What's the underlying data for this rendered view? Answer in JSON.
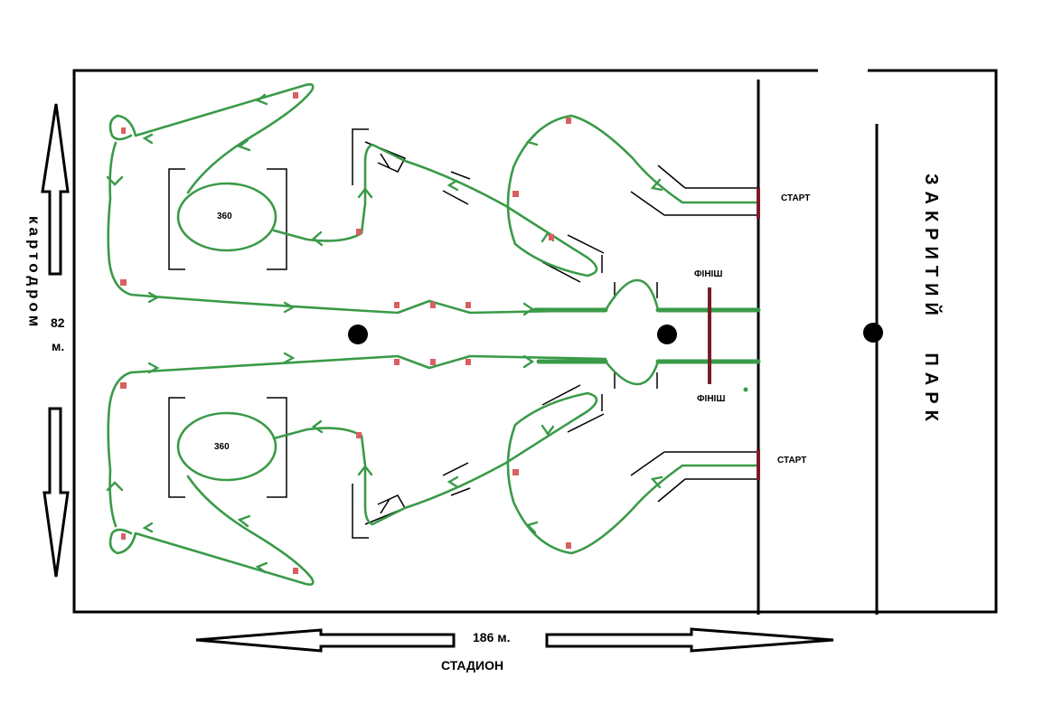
{
  "labels": {
    "karting": "картодром",
    "height": "82",
    "height_unit": "м.",
    "width": "186 м.",
    "stadium": "СТАДИОН",
    "start_top": "СТАРТ",
    "start_bottom": "СТАРТ",
    "finish_top": "ФІНІШ",
    "finish_bottom": "ФІНІШ",
    "circle_top": "360",
    "circle_bottom": "360",
    "covered_park": "ЗАКРИТИЙ ПАРК"
  },
  "colors": {
    "route": "#3a9a48",
    "cone": "#d96060",
    "gate": "#7a1c28",
    "outline": "#000000"
  }
}
